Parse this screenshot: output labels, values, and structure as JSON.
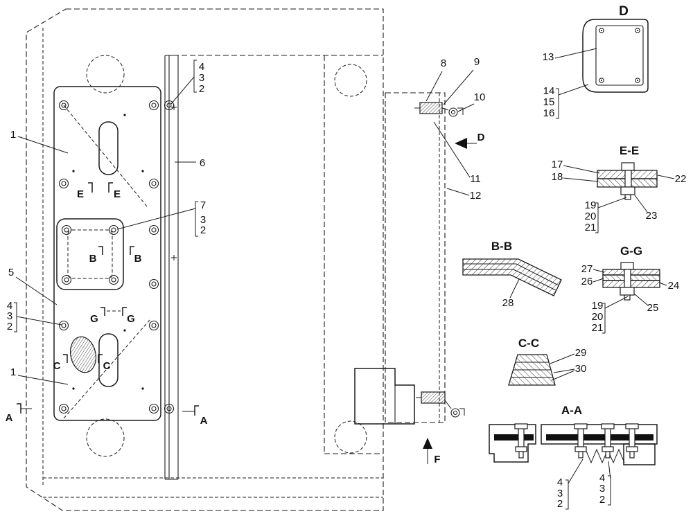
{
  "figure": {
    "kind": "engineering-assembly-drawing",
    "description": "Machine side panel assembly with section views",
    "ink": "#1a1a1a",
    "background": "#ffffff"
  },
  "num": {
    "1": "1",
    "2": "2",
    "3": "3",
    "4": "4",
    "5": "5",
    "6": "6",
    "7": "7",
    "8": "8",
    "9": "9",
    "10": "10",
    "11": "11",
    "12": "12",
    "13": "13",
    "14": "14",
    "15": "15",
    "16": "16",
    "17": "17",
    "18": "18",
    "19": "19",
    "20": "20",
    "21": "21",
    "22": "22",
    "23": "23",
    "24": "24",
    "25": "25",
    "26": "26",
    "27": "27",
    "28": "28",
    "29": "29",
    "30": "30"
  },
  "views": {
    "d": "D",
    "ee": "E-E",
    "bb": "B-B",
    "gg": "G-G",
    "cc": "C-C",
    "aa": "A-A"
  },
  "markers": {
    "a": "A",
    "b": "B",
    "c": "C",
    "d": "D",
    "e": "E",
    "f": "F",
    "g": "G"
  }
}
